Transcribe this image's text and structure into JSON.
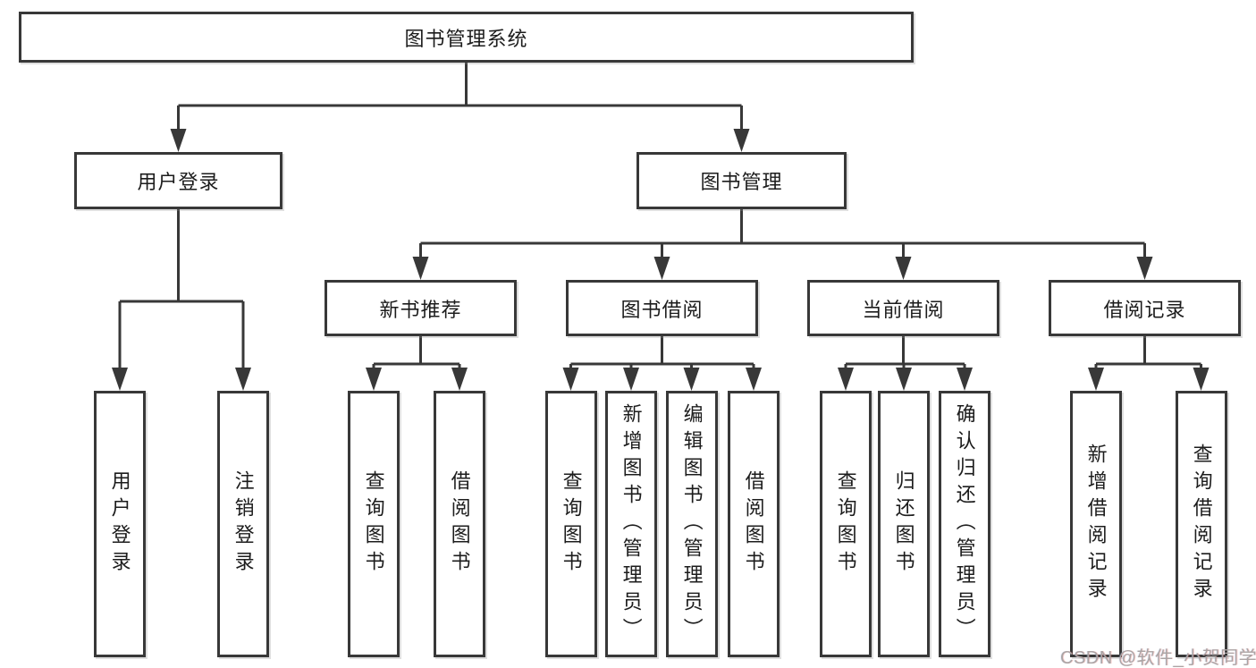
{
  "tree": {
    "label": "图书管理系统",
    "children": [
      {
        "label": "用户登录",
        "children": [
          {
            "label": "用户登录"
          },
          {
            "label": "注销登录"
          }
        ]
      },
      {
        "label": "图书管理",
        "children": [
          {
            "label": "新书推荐",
            "children": [
              {
                "label": "查询图书"
              },
              {
                "label": "借阅图书"
              }
            ]
          },
          {
            "label": "图书借阅",
            "children": [
              {
                "label": "查询图书"
              },
              {
                "label": "新增图书（管理员）"
              },
              {
                "label": "编辑图书（管理员）"
              },
              {
                "label": "借阅图书"
              }
            ]
          },
          {
            "label": "当前借阅",
            "children": [
              {
                "label": "查询图书"
              },
              {
                "label": "归还图书"
              },
              {
                "label": "确认归还（管理员）"
              }
            ]
          },
          {
            "label": "借阅记录",
            "children": [
              {
                "label": "新增借阅记录"
              },
              {
                "label": "查询借阅记录"
              }
            ]
          }
        ]
      }
    ]
  },
  "watermark": {
    "text": "CSDN @软件_小贺同学"
  },
  "colors": {
    "line": "#383838",
    "box_border": "#383838",
    "box_fill": "#ffffff",
    "text": "#1c1c1c",
    "watermark": "#aba4a4"
  }
}
